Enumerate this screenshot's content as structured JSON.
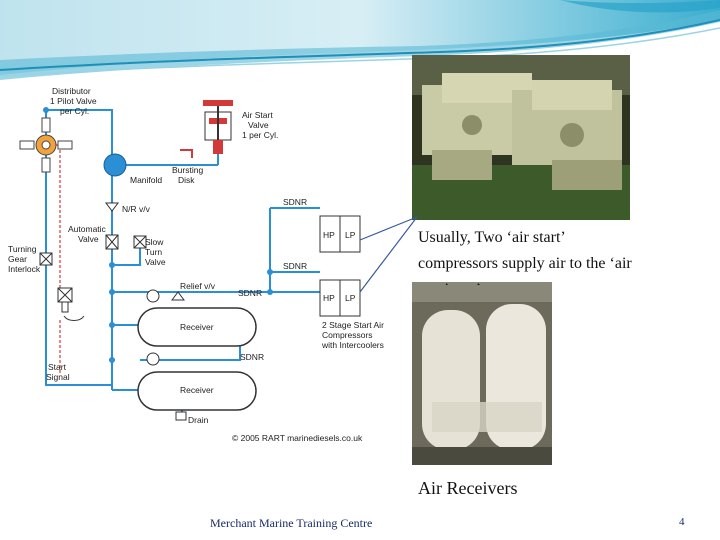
{
  "diagram": {
    "labels": {
      "distributor": [
        "Distributor",
        "1 Pilot Valve",
        "per Cyl."
      ],
      "air_start_valve": [
        "Air Start",
        "Valve",
        "1 per Cyl."
      ],
      "bursting_disk": [
        "Bursting",
        "Disk"
      ],
      "manifold": "Manifold",
      "nr_valve": "N/R v/v",
      "automatic_valve": [
        "Automatic",
        "Valve"
      ],
      "slow_turn_valve": [
        "Slow",
        "Turn",
        "Valve"
      ],
      "turning_gear_interlock": [
        "Turning",
        "Gear",
        "Interlock"
      ],
      "relief_valve": "Relief v/v",
      "sdnr": "SDNR",
      "receiver": "Receiver",
      "drain": "Drain",
      "start_signal": [
        "Start",
        "Signal"
      ],
      "hp": "HP",
      "lp": "LP",
      "compressors": [
        "2 Stage Start Air",
        "Compressors",
        "with Intercoolers"
      ],
      "copyright": "© 2005 RART marinediesels.co.uk"
    }
  },
  "caption": {
    "compressor_note": [
      "Usually, Two ‘air start’",
      "compressors  supply  air to the ‘air",
      "receivers’"
    ],
    "receivers_title": "Air Receivers"
  },
  "footer": {
    "org": "Merchant Marine Training Centre",
    "page": "4"
  }
}
